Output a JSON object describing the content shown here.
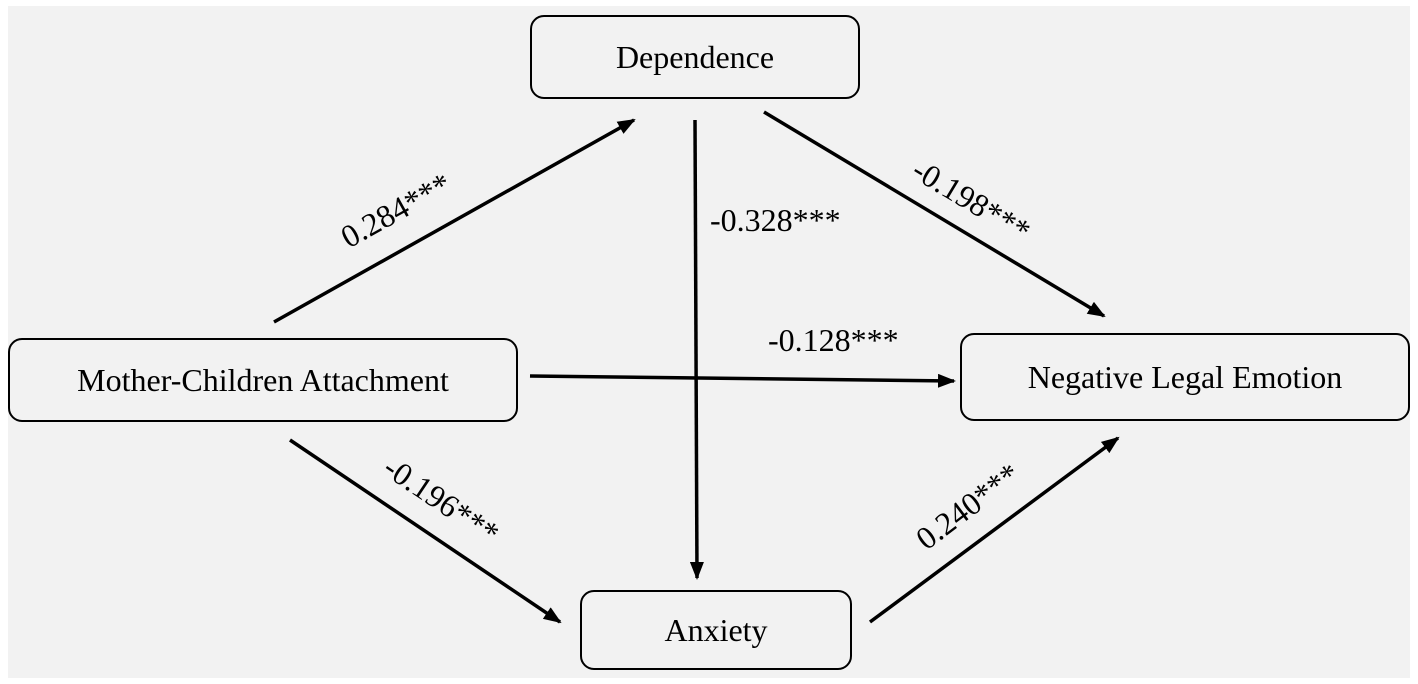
{
  "nodes": {
    "dependence": "Dependence",
    "attachment": "Mother-Children Attachment",
    "emotion": "Negative Legal Emotion",
    "anxiety": "Anxiety"
  },
  "paths": {
    "attachment_to_dependence": "0.284***",
    "dependence_to_anxiety": "-0.328***",
    "dependence_to_emotion": "-0.198***",
    "attachment_to_emotion": "-0.128***",
    "attachment_to_anxiety": "-0.196***",
    "anxiety_to_emotion": "0.240***"
  },
  "colors": {
    "background": "#f2f2f2",
    "stroke": "#000000"
  }
}
